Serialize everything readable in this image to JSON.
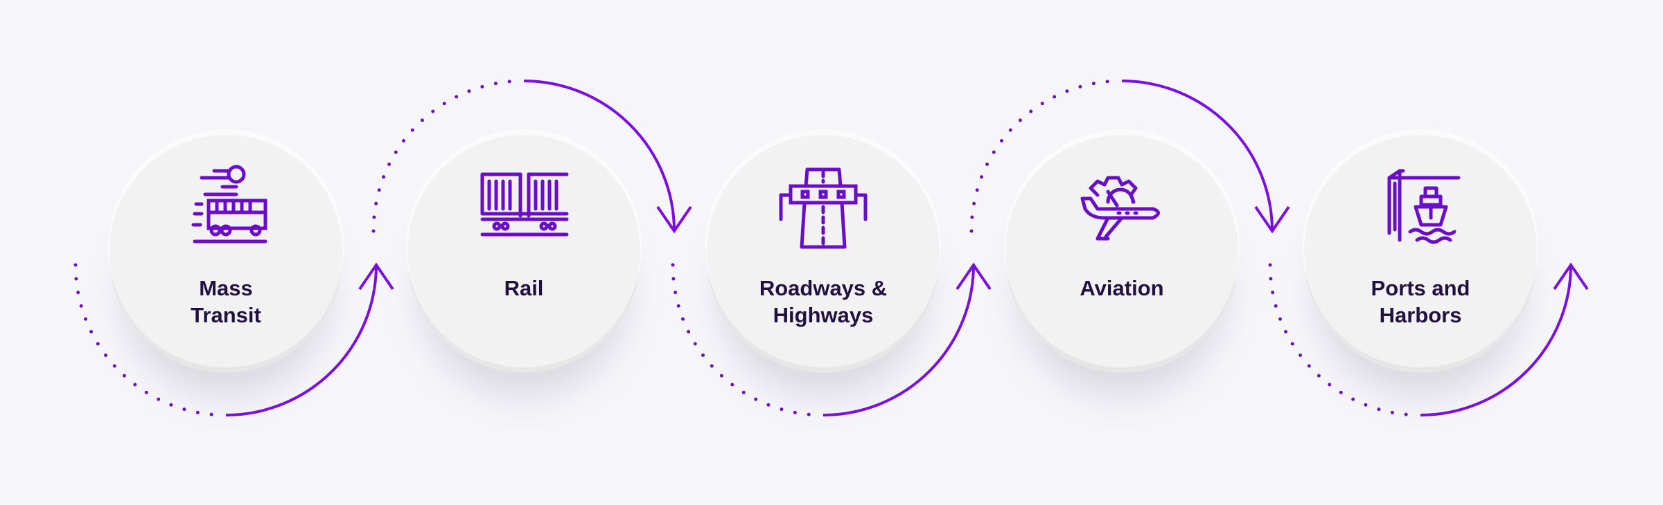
{
  "colors": {
    "accent": "#7a0ee0",
    "icon": "#6a0dc8",
    "text": "#22103f",
    "background": "#f6f5fa"
  },
  "steps": [
    {
      "label": "Mass\nTransit",
      "icon": "bus-icon"
    },
    {
      "label": "Rail",
      "icon": "train-icon"
    },
    {
      "label": "Roadways &\nHighways",
      "icon": "highway-icon"
    },
    {
      "label": "Aviation",
      "icon": "airplane-gear-icon"
    },
    {
      "label": "Ports and\nHarbors",
      "icon": "ship-crane-icon"
    }
  ]
}
